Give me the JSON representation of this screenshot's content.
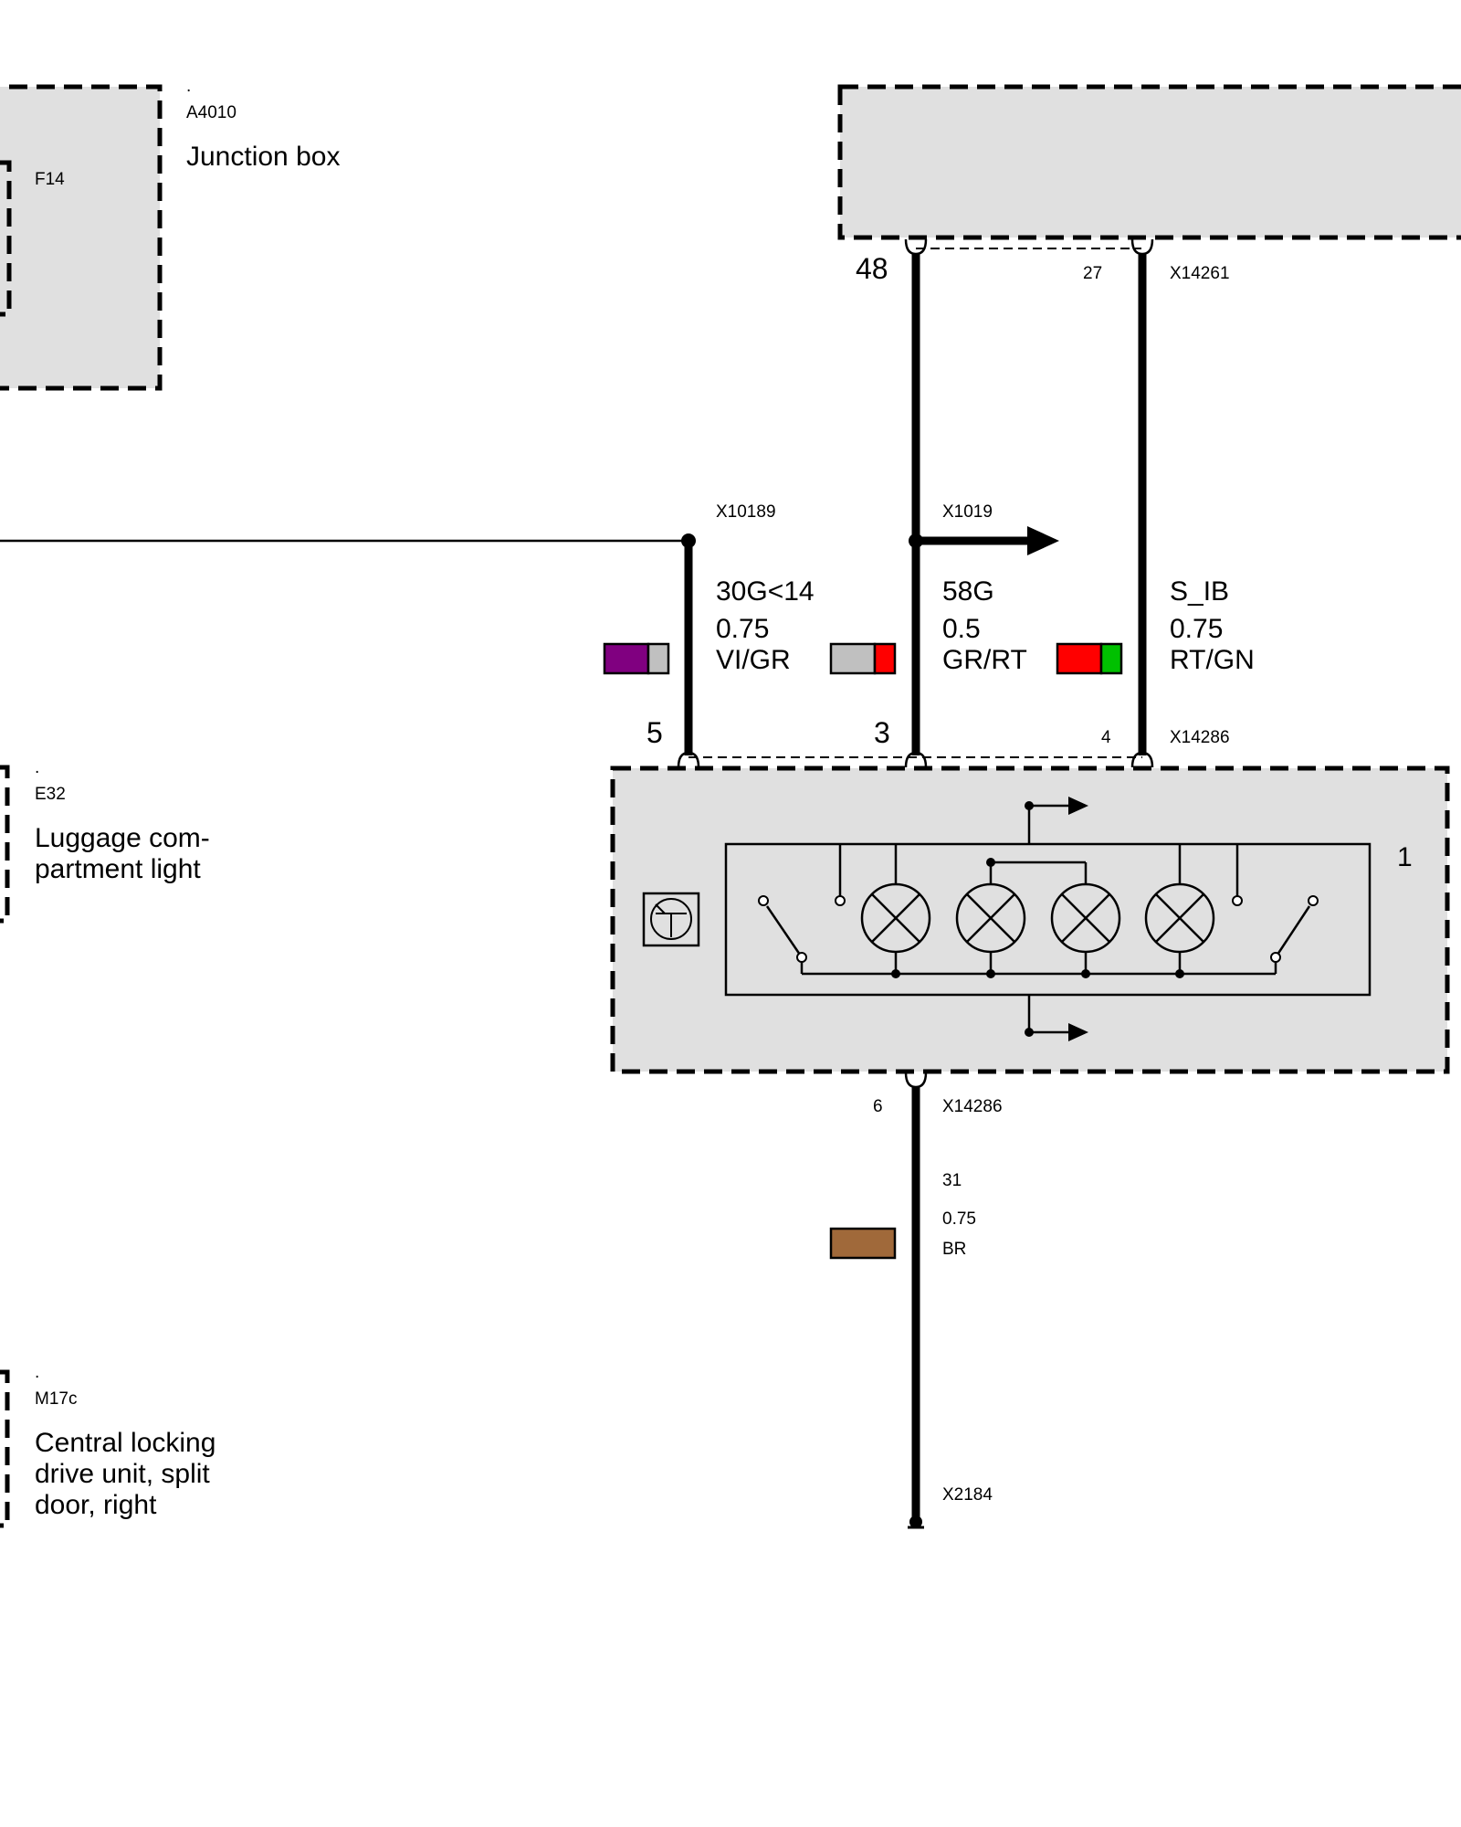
{
  "components": {
    "junction_box": {
      "ref": "A4010",
      "dot": ".",
      "name": "Junction box",
      "fuse": "F14"
    },
    "luggage_light": {
      "ref": "E32",
      "dot": ".",
      "name_line1": "Luggage com-",
      "name_line2": "partment light",
      "pin_count_label": "1"
    },
    "central_locking": {
      "ref": "M17c",
      "dot": ".",
      "name_line1": "Central locking",
      "name_line2": "drive unit, split",
      "name_line3": "door, right"
    }
  },
  "connectors": {
    "top_left_pin": "48",
    "top_right_pin": "27",
    "top_connector": "X14261",
    "splice_left": "X10189",
    "splice_mid": "X1019",
    "bottom_pin_5": "5",
    "bottom_pin_3": "3",
    "bottom_pin_4": "4",
    "lamp_connector_top": "X14286",
    "lamp_pin_6": "6",
    "lamp_connector_bottom": "X14286",
    "ground": "X2184"
  },
  "wires": [
    {
      "signal": "30G<14",
      "size": "0.75",
      "color_code": "VI/GR",
      "colors": [
        "#800080",
        "#c0c0c0"
      ]
    },
    {
      "signal": "58G",
      "size": "0.5",
      "color_code": "GR/RT",
      "colors": [
        "#c0c0c0",
        "#ff0000"
      ]
    },
    {
      "signal": "S_IB",
      "size": "0.75",
      "color_code": "RT/GN",
      "colors": [
        "#ff0000",
        "#00c000"
      ]
    },
    {
      "signal": "31",
      "size": "0.75",
      "color_code": "BR",
      "colors": [
        "#a0693a"
      ]
    }
  ]
}
